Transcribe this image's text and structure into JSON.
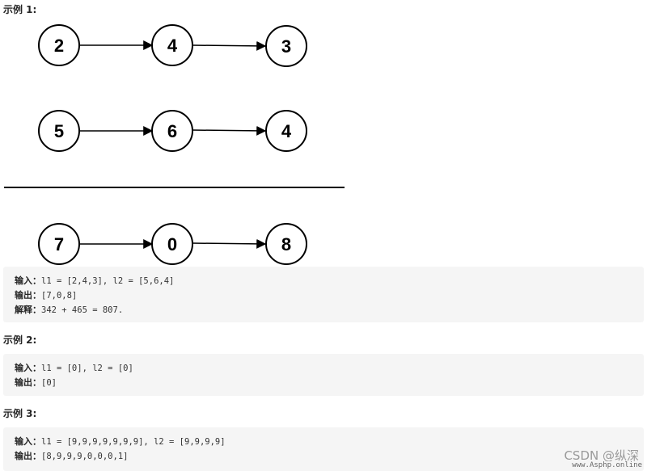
{
  "examples": [
    {
      "heading": "示例 1:",
      "lists": [
        [
          "2",
          "4",
          "3"
        ],
        [
          "5",
          "6",
          "4"
        ],
        [
          "7",
          "0",
          "8"
        ]
      ],
      "lines": [
        {
          "label": "输入：",
          "value": "l1 = [2,4,3], l2 = [5,6,4]"
        },
        {
          "label": "输出：",
          "value": "[7,0,8]"
        },
        {
          "label": "解释：",
          "value": "342 + 465 = 807."
        }
      ]
    },
    {
      "heading": "示例 2:",
      "lines": [
        {
          "label": "输入：",
          "value": "l1 = [0], l2 = [0]"
        },
        {
          "label": "输出：",
          "value": "[0]"
        }
      ]
    },
    {
      "heading": "示例 3:",
      "lines": [
        {
          "label": "输入：",
          "value": "l1 = [9,9,9,9,9,9,9], l2 = [9,9,9,9]"
        },
        {
          "label": "输出：",
          "value": "[8,9,9,9,0,0,0,1]"
        }
      ]
    }
  ],
  "watermark": {
    "text": "CSDN @纵深",
    "site": "www.Asphp.online"
  }
}
